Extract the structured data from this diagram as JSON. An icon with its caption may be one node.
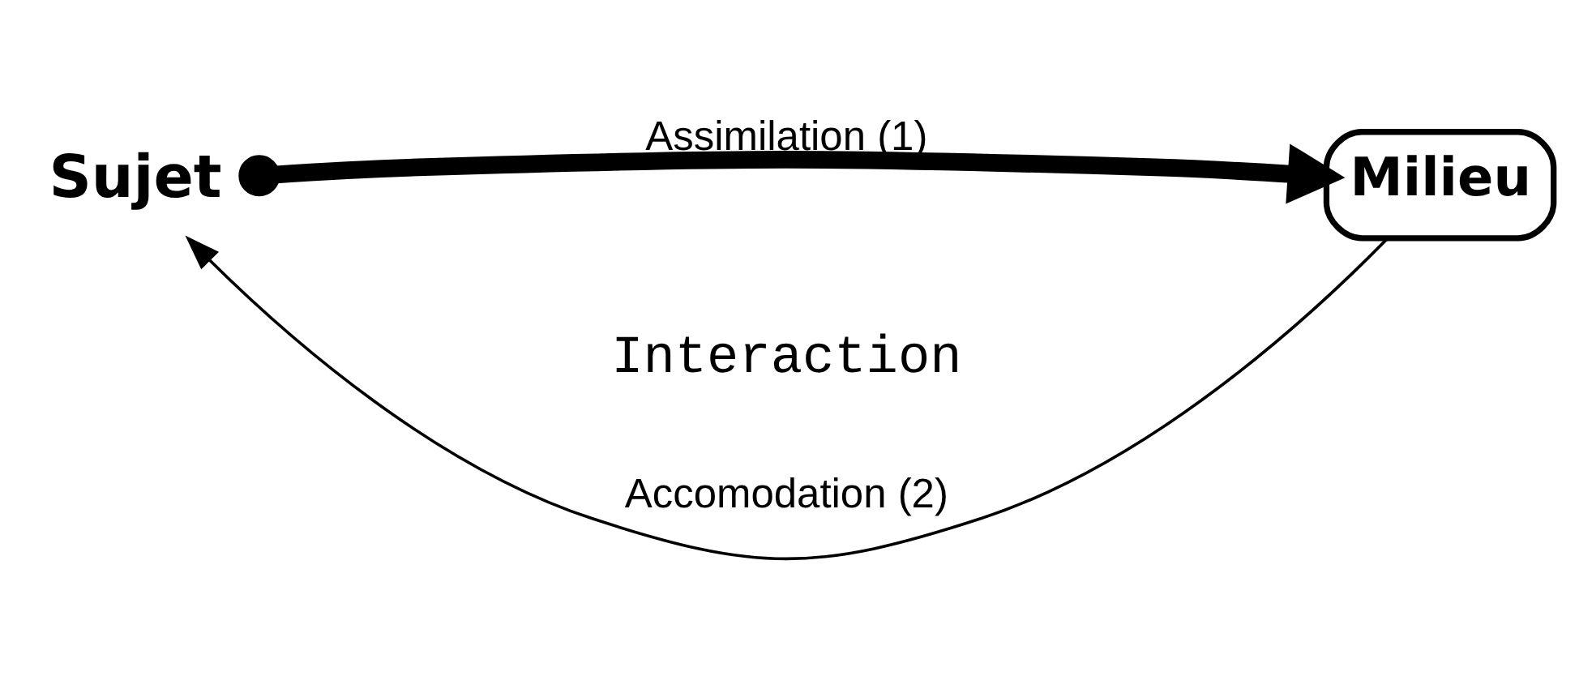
{
  "diagram": {
    "nodes": [
      {
        "text": [
          "Sujet"
        ]
      },
      {
        "text": [
          "Milieu"
        ]
      }
    ],
    "edges": [
      {
        "from": 0,
        "to": 1,
        "arrow": "to",
        "label": "Assimilation (1)",
        "style": "thick"
      },
      {
        "from": 1,
        "to": 0,
        "arrow": "to",
        "label": "Accomodation (2)"
      }
    ],
    "labels": [
      "Interaction"
    ]
  }
}
